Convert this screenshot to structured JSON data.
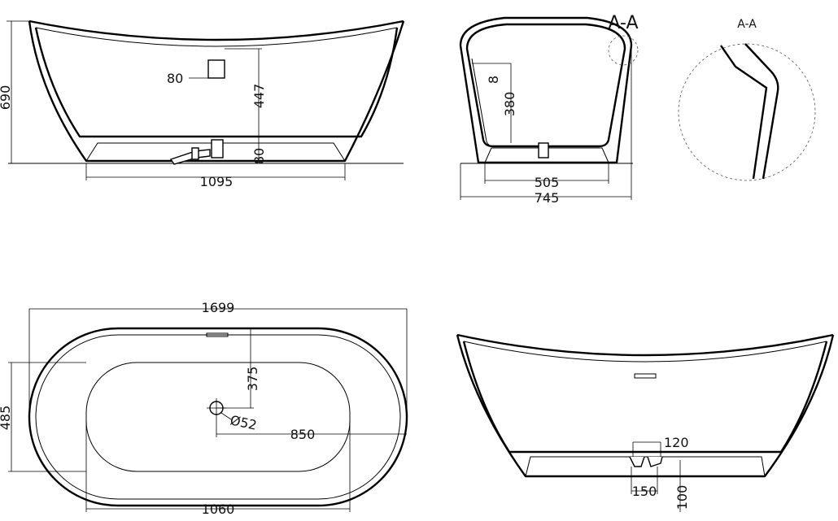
{
  "views": {
    "side_view": {
      "dims": {
        "height": "690",
        "overflow_width": "80",
        "inner_depth": "447",
        "base_height": "80",
        "base_length": "1095"
      }
    },
    "end_view": {
      "section_label": "A-A",
      "dims": {
        "rim_thickness": "8",
        "inner_depth": "380",
        "base_width": "505",
        "overall_width": "745"
      }
    },
    "detail_view": {
      "section_label": "A-A"
    },
    "top_view": {
      "dims": {
        "overall_length": "1699",
        "drain_offset": "375",
        "inner_width": "485",
        "drain_diameter": "Ø52",
        "drain_to_end": "850",
        "inner_length": "1060"
      }
    },
    "rear_view": {
      "dims": {
        "outlet_width": "120",
        "outlet_offset": "150",
        "outlet_height": "100"
      }
    }
  }
}
